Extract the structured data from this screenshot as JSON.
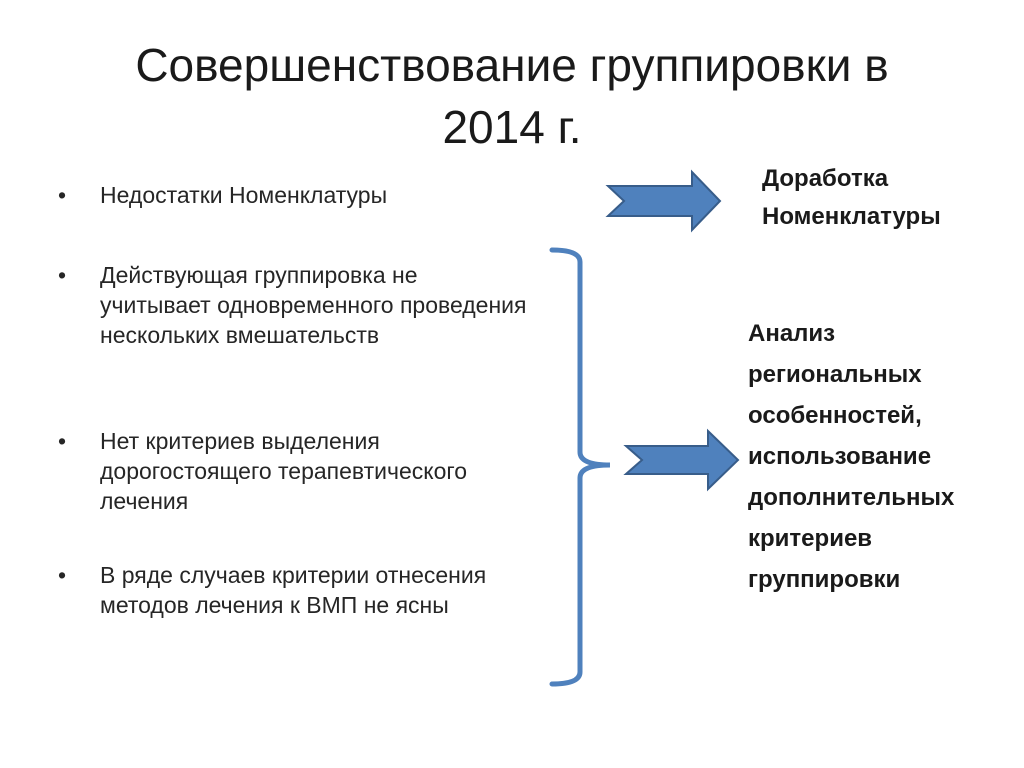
{
  "slide": {
    "title_line1": "Совершенствование группировки в",
    "title_line2": "2014 г.",
    "bullet_marker": "•",
    "bullets": [
      "Недостатки Номенклатуры",
      "Действующая группировка не учитывает одновременного проведения нескольких вмешательств",
      "Нет критериев выделения дорогостоящего терапевтического лечения",
      "В ряде случаев критерии отнесения методов лечения к ВМП не ясны"
    ],
    "result_top": {
      "line1": "Доработка",
      "line2": "Номенклатуры"
    },
    "result_bottom": {
      "line1": "Анализ",
      "line2": "региональных",
      "line3": "особенностей,",
      "line4": "использование",
      "line5": "дополнительных",
      "line6": "критериев",
      "line7": "группировки"
    }
  },
  "colors": {
    "arrow_fill": "#4f81bd",
    "arrow_stroke": "#385d8a",
    "brace": "#4f81bd",
    "text": "#1a1a1a"
  }
}
